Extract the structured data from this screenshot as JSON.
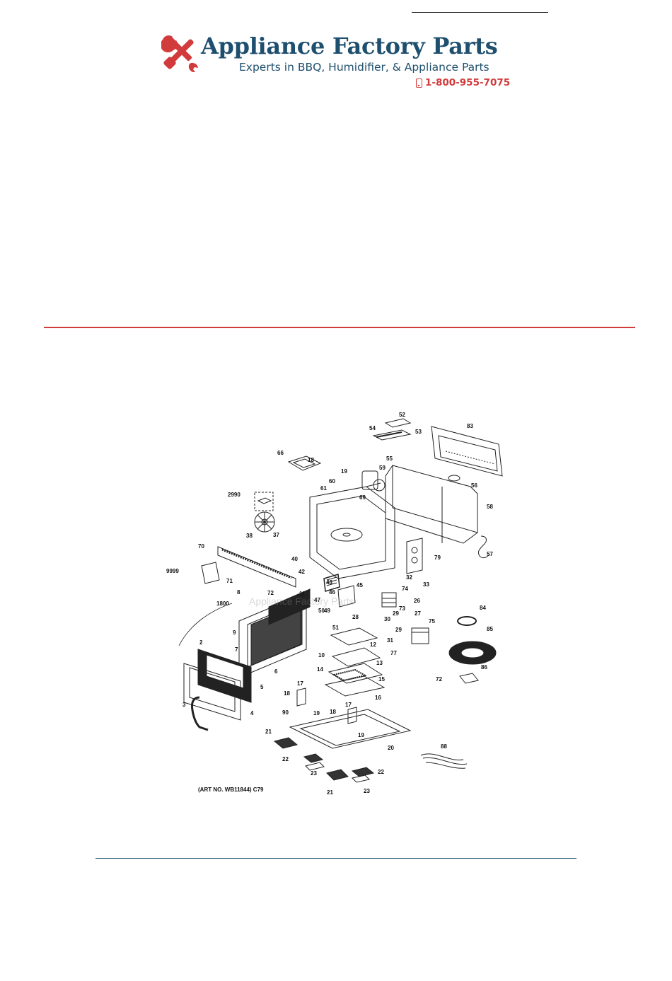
{
  "header": {
    "brand_name": "Appliance Factory Parts",
    "tagline": "Experts in BBQ, Humidifier, & Appliance Parts",
    "phone": "1-800-955-7075",
    "logo_icon": "wrench-screwdriver-icon",
    "phone_icon": "mobile-phone-icon"
  },
  "colors": {
    "brand_blue": "#1e4f6e",
    "accent_red": "#d23b3b"
  },
  "diagram": {
    "art_number": "(ART NO. WB11844) C79",
    "watermark": "Appliance Factory Parts",
    "callouts": [
      "52",
      "54",
      "53",
      "83",
      "66",
      "18",
      "19",
      "55",
      "59",
      "60",
      "56",
      "61",
      "2990",
      "69",
      "58",
      "37",
      "38",
      "70",
      "40",
      "79",
      "57",
      "42",
      "9999",
      "32",
      "33",
      "71",
      "43",
      "45",
      "74",
      "26",
      "46",
      "47",
      "72",
      "8",
      "11",
      "1800",
      "49",
      "73",
      "27",
      "50",
      "29",
      "28",
      "84",
      "30",
      "51",
      "9",
      "29",
      "75",
      "31",
      "85",
      "12",
      "7",
      "10",
      "77",
      "2",
      "13",
      "6",
      "86",
      "14",
      "5",
      "15",
      "72",
      "17",
      "16",
      "18",
      "3",
      "4",
      "17",
      "90",
      "19",
      "18",
      "19",
      "21",
      "20",
      "88",
      "22",
      "22",
      "23",
      "21",
      "23"
    ]
  }
}
